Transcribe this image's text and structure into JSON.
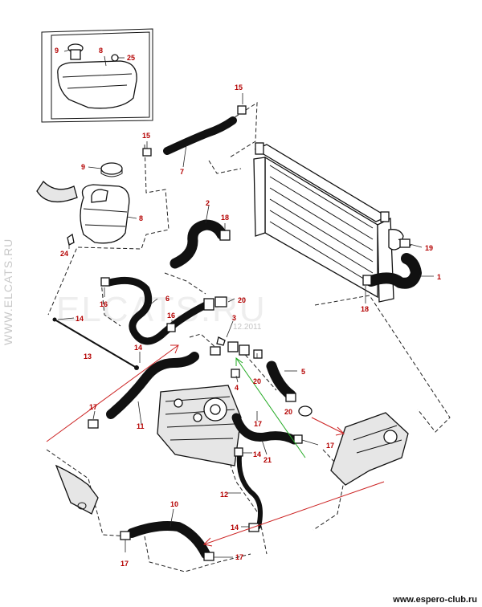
{
  "watermarks": {
    "side": "WWW.ELCATS.RU",
    "center": "ELCATS.RU",
    "date": "12.2011"
  },
  "footer": {
    "url": "www.espero-club.ru"
  },
  "labels": {
    "l9a": "9",
    "l8a": "8",
    "l25": "25",
    "l15a": "15",
    "l15b": "15",
    "l7": "7",
    "l9b": "9",
    "l8b": "8",
    "l24": "24",
    "l2": "2",
    "l18a": "18",
    "l19": "19",
    "l1": "1",
    "l18b": "18",
    "l16a": "16",
    "l6": "6",
    "l20a": "20",
    "l3": "3",
    "l16b": "16",
    "l14a": "14",
    "l13": "13",
    "l14b": "14",
    "l20b": "20",
    "l4": "4",
    "l5": "5",
    "l20c": "20",
    "l17a": "17",
    "l11": "11",
    "l17b": "17",
    "l17c": "17",
    "l21": "21",
    "l14c": "14",
    "l12": "12",
    "l10": "10",
    "l14d": "14",
    "l17d": "17",
    "l17e": "17"
  },
  "colors": {
    "label": "#b40000",
    "arrow_red": "#cc2222",
    "arrow_green": "#22aa22",
    "line": "#111111"
  }
}
